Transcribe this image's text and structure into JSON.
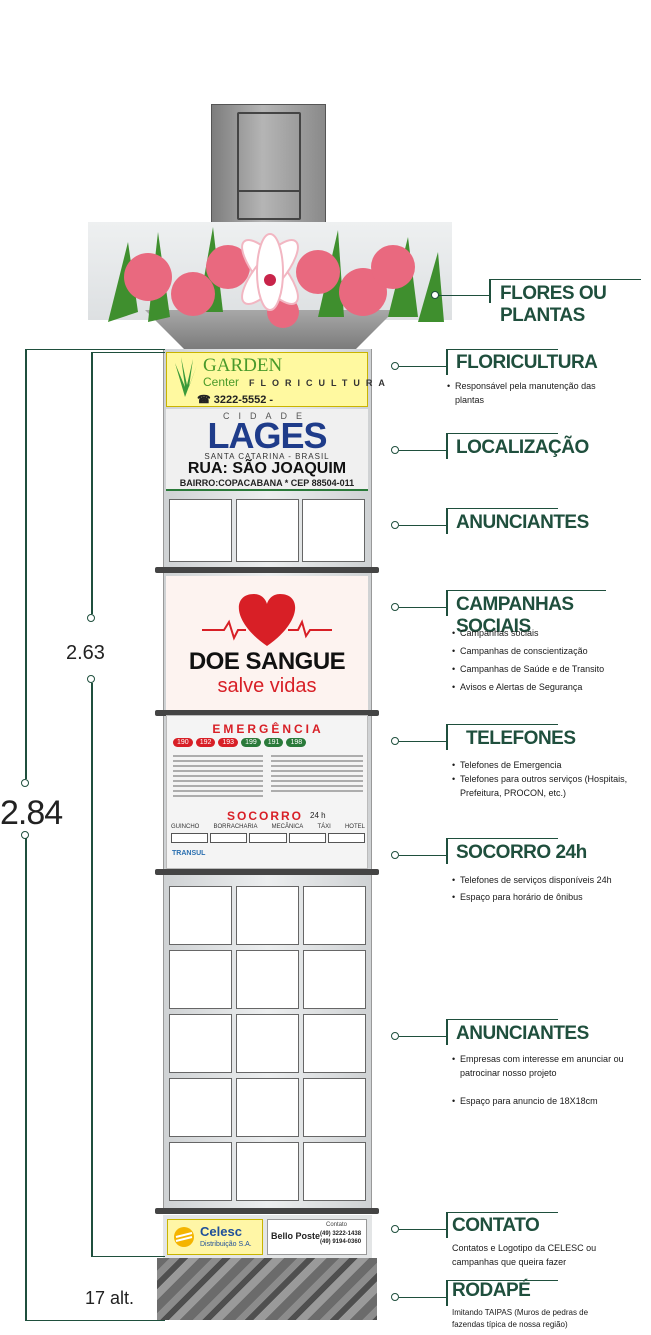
{
  "labels": {
    "flores": "FLORES OU PLANTAS",
    "floricultura": "FLORICULTURA",
    "floricultura_desc": "Responsável pela manutenção das plantas",
    "localizacao": "LOCALIZAÇÃO",
    "anunciantes1": "ANUNCIANTES",
    "campanhas": "CAMPANHAS SOCIAIS",
    "campanhas_items": [
      "Campanhas sociais",
      "Campanhas de conscientização",
      "Campanhas de Saúde e de Transito",
      "Avisos e Alertas de Segurança"
    ],
    "telefones": "TELEFONES",
    "telefones_items": [
      "Telefones de Emergencia",
      "Telefones para outros serviços (Hospitais, Prefeitura, PROCON, etc.)"
    ],
    "socorro": "SOCORRO 24h",
    "socorro_items": [
      "Telefones de serviços disponíveis 24h",
      "Espaço para horário de ônibus"
    ],
    "anunciantes2": "ANUNCIANTES",
    "anunciantes2_items": [
      "Empresas com interesse em anunciar ou patrocinar nosso projeto",
      "Espaço para anuncio de 18X18cm"
    ],
    "contato": "CONTATO",
    "contato_desc": "Contatos e Logotipo da CELESC ou campanhas que queira fazer",
    "rodape": "RODAPÉ",
    "rodape_desc": "Imitando TAIPAS (Muros de pedras de fazendas típica de nossa região)"
  },
  "dimensions": {
    "inner": "2.63",
    "outer": "2.84",
    "base": "17 alt."
  },
  "garden": {
    "title": "GARDEN",
    "sub": "Center",
    "tag": "FLORICULTURA",
    "phone": "☎ 3222-5552 -"
  },
  "lages": {
    "cidade": "CIDADE",
    "name": "LAGES",
    "state": "SANTA CATARINA - BRASIL",
    "street": "RUA: SÃO JOAQUIM",
    "bairro": "BAIRRO:COPACABANA * CEP 88504-011"
  },
  "doe": {
    "line1": "DOE SANGUE",
    "line2": "salve vidas"
  },
  "emergencia": {
    "title": "EMERGÊNCIA",
    "numbers": [
      "190",
      "192",
      "193",
      "199",
      "191",
      "198"
    ],
    "socorro": "SOCORRO",
    "socorro_sup": "24 h",
    "columns": [
      "GUINCHO",
      "BORRACHARIA",
      "MECÂNICA",
      "TÁXI",
      "HOTEL"
    ],
    "brand": "TRANSUL"
  },
  "contato_panel": {
    "celesc": "Celesc",
    "celesc_sub": "Distribuição S.A.",
    "bello": "Bello Poste",
    "bello_label": "Contato",
    "bello_phone1": "(49) 3222-1438",
    "bello_phone2": "(49) 9194-0360"
  },
  "colors": {
    "label_green": "#1f4f3d",
    "lages_blue": "#1f3c8a",
    "red": "#d81f26"
  }
}
